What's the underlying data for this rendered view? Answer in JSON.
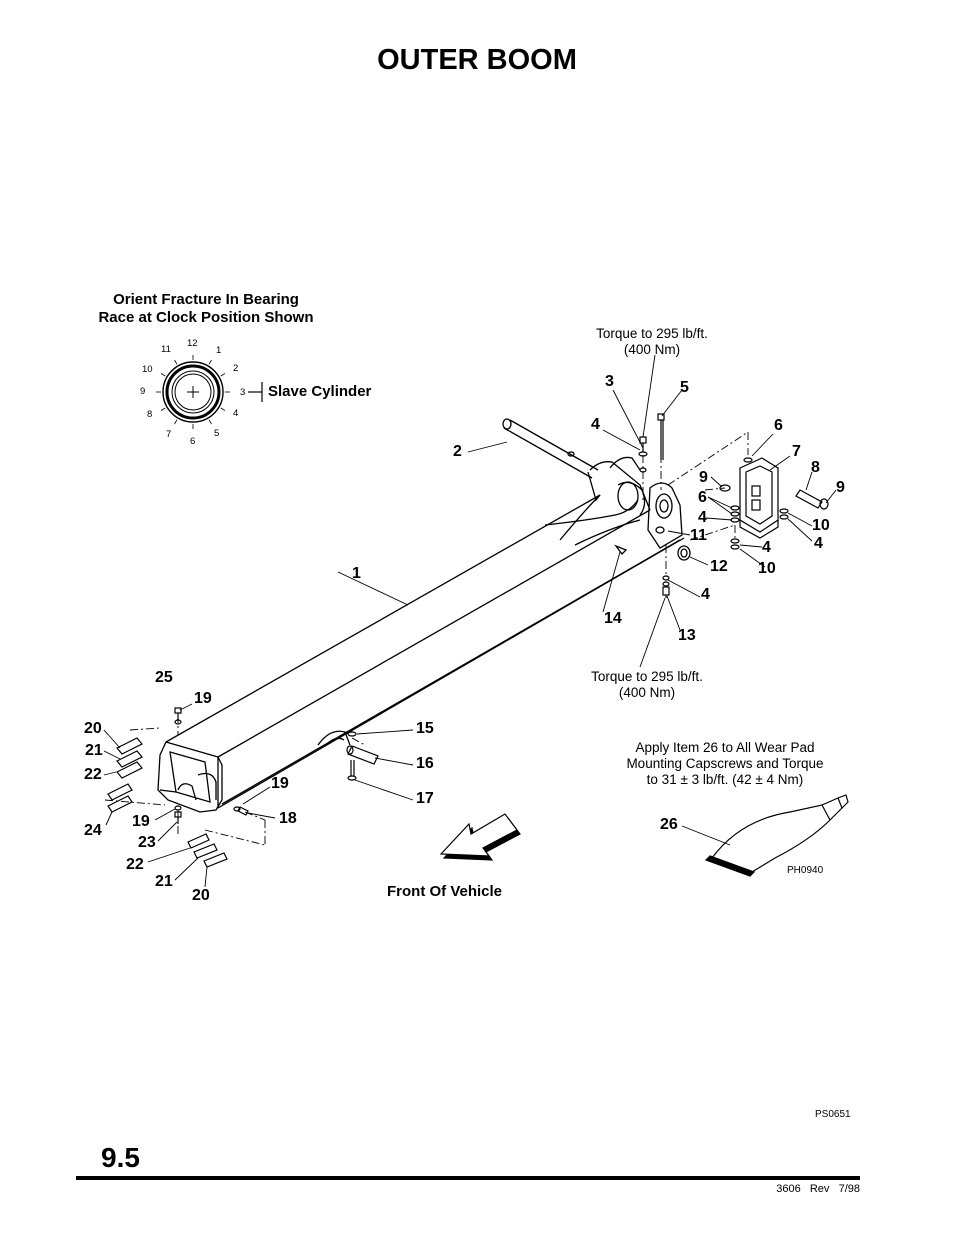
{
  "page": {
    "title": "OUTER BOOM",
    "section_number": "9.5",
    "footer": "3606   Rev   7/98",
    "figure_code": "PS0651"
  },
  "notes": {
    "orient_line1": "Orient Fracture In Bearing",
    "orient_line2": "Race at Clock Position Shown",
    "slave_cylinder": "Slave Cylinder",
    "torque_top_line1": "Torque to 295 lb/ft.",
    "torque_top_line2": "(400 Nm)",
    "torque_bottom_line1": "Torque to 295 lb/ft.",
    "torque_bottom_line2": "(400 Nm)",
    "apply_line1": "Apply Item 26 to All Wear Pad",
    "apply_line2": "Mounting Capscrews and Torque",
    "apply_line3": "to 31 ± 3 lb/ft. (42 ± 4 Nm)",
    "front_of_vehicle": "Front Of Vehicle",
    "tube_code": "PH0940"
  },
  "clock_positions": [
    "12",
    "1",
    "2",
    "3",
    "4",
    "5",
    "6",
    "7",
    "8",
    "9",
    "10",
    "11"
  ],
  "callouts": {
    "c1": "1",
    "c2": "2",
    "c3": "3",
    "c4a": "4",
    "c5": "5",
    "c6a": "6",
    "c7": "7",
    "c8": "8",
    "c9a": "9",
    "c9b": "9",
    "c6b": "6",
    "c4b": "4",
    "c11": "11",
    "c10a": "10",
    "c4c": "4",
    "c4d": "4",
    "c10b": "10",
    "c12": "12",
    "c4e": "4",
    "c14": "14",
    "c13": "13",
    "c25": "25",
    "c19a": "19",
    "c20a": "20",
    "c21a": "21",
    "c22a": "22",
    "c24": "24",
    "c19b": "19",
    "c23": "23",
    "c22b": "22",
    "c21b": "21",
    "c20b": "20",
    "c15": "15",
    "c16": "16",
    "c17": "17",
    "c19c": "19",
    "c18": "18",
    "c26": "26"
  },
  "icons": {
    "bearing": "bearing-race-icon",
    "arrow": "front-arrow-icon",
    "tube": "sealant-tube-icon"
  }
}
